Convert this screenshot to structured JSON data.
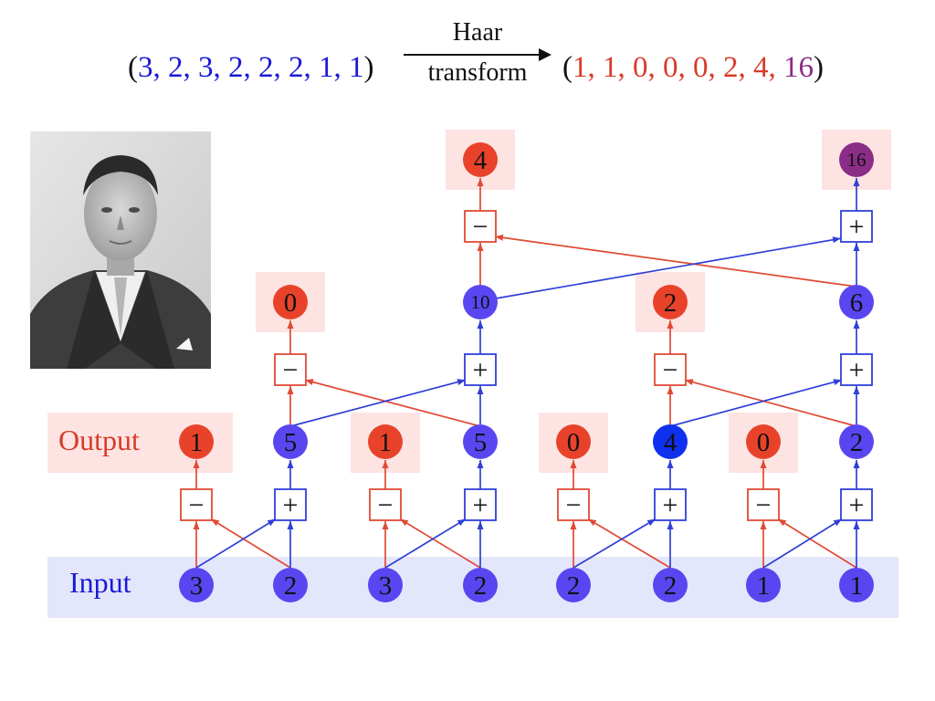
{
  "equation": {
    "open_paren": "(",
    "close_paren": ")",
    "input_values": [
      "3",
      "2",
      "3",
      "2",
      "2",
      "2",
      "1",
      "1"
    ],
    "output_values": [
      "1",
      "1",
      "0",
      "0",
      "0",
      "2",
      "4",
      "16"
    ],
    "arrow_top": "Haar",
    "arrow_bottom": "transform"
  },
  "labels": {
    "input": "Input",
    "output": "Output"
  },
  "photo": {
    "subject_icon": "portrait-photo"
  },
  "colors": {
    "input_blue": "#1a1ad6",
    "node_blue": "#5a46f0",
    "node_blue_bright": "#1030f0",
    "output_red": "#e8432a",
    "text_red": "#d93a2a",
    "purple": "#8b2c86",
    "highlight_red": "#fde4e2",
    "highlight_blue": "#e4e6fb",
    "edge_red": "#e04a34",
    "edge_blue": "#2f3fd8"
  },
  "diagram": {
    "input_nodes": [
      "3",
      "2",
      "3",
      "2",
      "2",
      "2",
      "1",
      "1"
    ],
    "level1_diff": [
      "1",
      "1",
      "0",
      "0"
    ],
    "level1_sum": [
      "5",
      "5",
      "4",
      "2"
    ],
    "level2_diff": [
      "0",
      "2"
    ],
    "level2_sum": [
      "10",
      "6"
    ],
    "level3_diff": [
      "4"
    ],
    "level3_sum": [
      "16"
    ],
    "minus_symbol": "−",
    "plus_symbol": "+"
  }
}
